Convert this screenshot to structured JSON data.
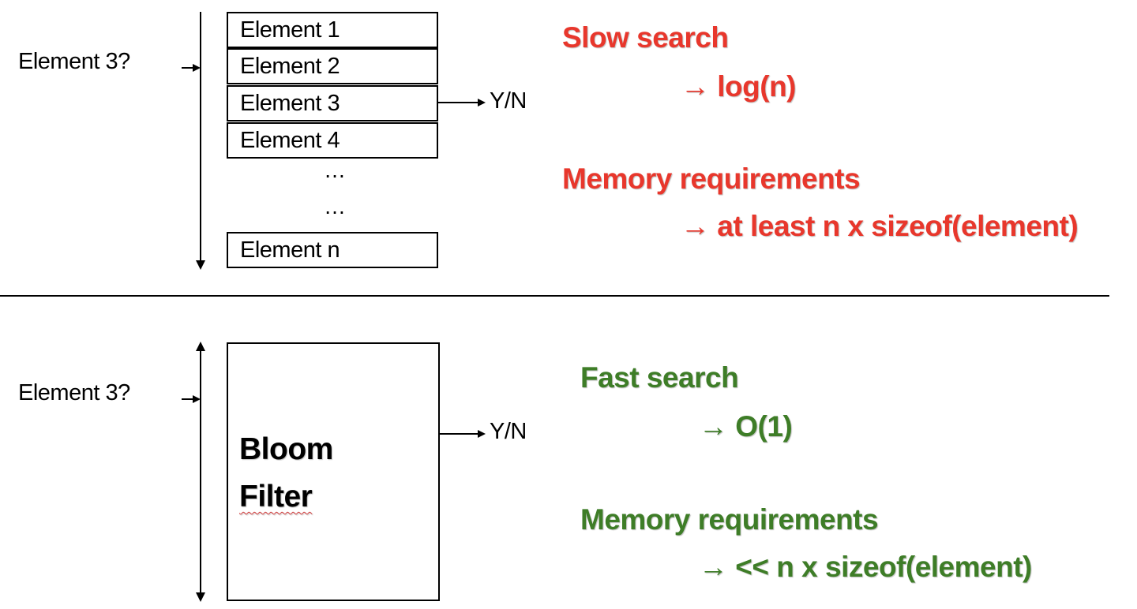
{
  "top": {
    "query_label": "Element 3?",
    "elements": [
      "Element 1",
      "Element 2",
      "Element 3",
      "Element 4"
    ],
    "ellipsis": [
      "…",
      "…"
    ],
    "last_element": "Element n",
    "result_label": "Y/N",
    "notes": {
      "search_title": "Slow search",
      "search_value": "log(n)",
      "memory_title": "Memory requirements",
      "memory_value": "at least n x sizeof(element)"
    }
  },
  "bottom": {
    "query_label": "Element 3?",
    "filter_line1": "Bloom",
    "filter_line2": "Filter",
    "result_label": "Y/N",
    "notes": {
      "search_title": "Fast search",
      "search_value": "O(1)",
      "memory_title": "Memory requirements",
      "memory_value": "<< n x sizeof(element)"
    }
  },
  "arrow_glyph": "→",
  "colors": {
    "slow": "#e8372c",
    "fast": "#3e7d27"
  }
}
